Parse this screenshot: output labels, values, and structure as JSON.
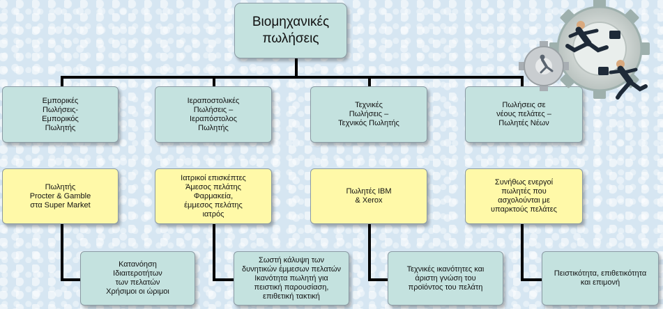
{
  "root": {
    "label": "Βιομηχανικές\nπωλήσεις"
  },
  "categories": [
    {
      "label": "Εμπορικές\nΠωλήσεις-\nΕμπορικός\nΠωλητής"
    },
    {
      "label": "Ιεραποστολικές\nΠωλήσεις –\nΙεραπόστολος\nΠωλητής"
    },
    {
      "label": "Τεχνικές\nΠωλήσεις –\nΤεχνικός Πωλητής"
    },
    {
      "label": "Πωλήσεις σε\nνέους πελάτες –\nΠωλητές Νέων"
    }
  ],
  "examples": [
    {
      "label": "Πωλητής\nProcter & Gamble\nστα Super Market"
    },
    {
      "label": "Ιατρικοί επισκέπτες\nΆμεσος πελάτης\nΦαρμακεία,\nέμμεσος πελάτης\nιατρός"
    },
    {
      "label": "Πωλητές IBM\n& Xerox"
    },
    {
      "label": "Συνήθως ενεργοί\nπωλητές που\nασχολούνται με\nυπαρκτούς πελάτες"
    }
  ],
  "skills": [
    {
      "label": "Κατανόηση\nΙδιαιτεροτήτων\nτων πελατών\nΧρήσιμοι οι ώριμοι"
    },
    {
      "label": "Σωστή κάλυψη των\nδυνητικών έμμεσων πελατών\nΙκανότητα πωλητή για\nπειστική παρουσίαση,\nεπιθετική τακτική"
    },
    {
      "label": "Τεχνικές ικανότητες και\nάριστη γνώση του\nπροϊόντος του πελάτη"
    },
    {
      "label": "Πειστικότητα, επιθετικότητα\nκαι επιμονή"
    }
  ],
  "colors": {
    "teal": "#c4e2df",
    "yellow": "#fff9a8",
    "connector": "#000000"
  },
  "clipart": {
    "icon": "business-men-running-on-gears-icon"
  }
}
